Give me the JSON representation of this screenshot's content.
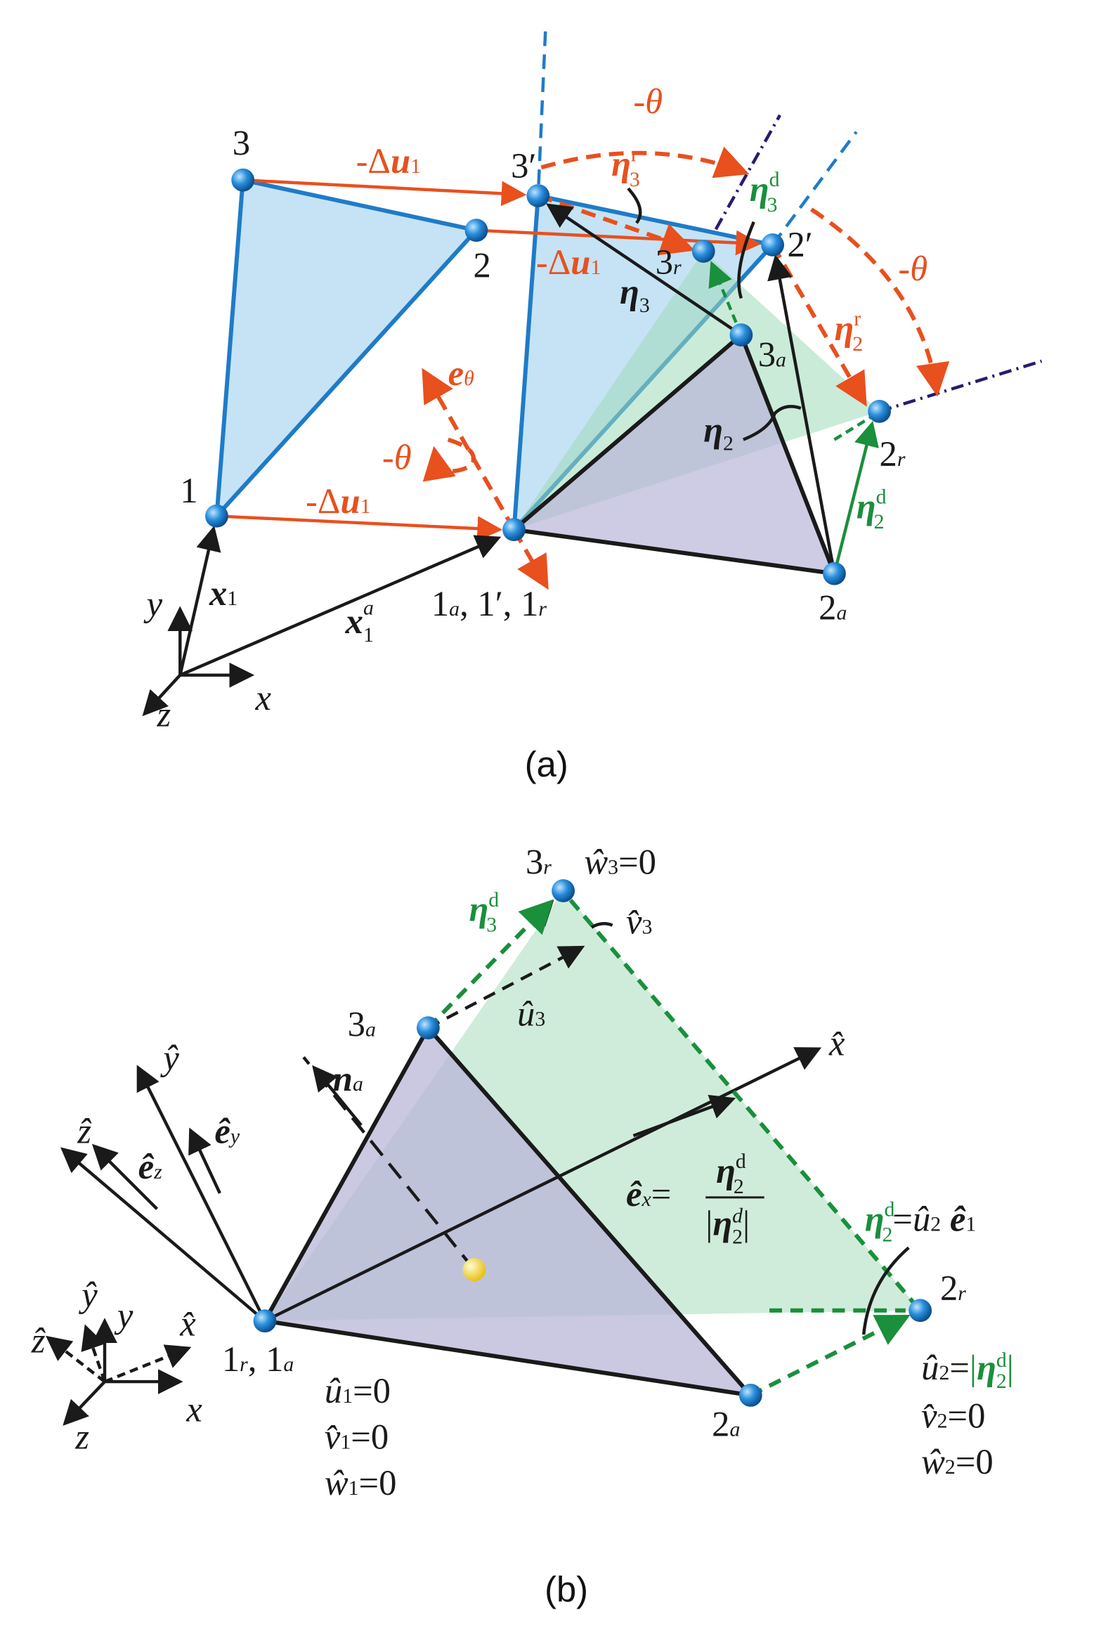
{
  "panel_a": {
    "caption": "(a)",
    "node_3": "3",
    "node_2": "2",
    "node_1": "1",
    "node_3p": "3′",
    "node_2p": "2′",
    "node_1a": "1",
    "node_1a_sub": "a",
    "node_1a_rest": ", 1′, 1",
    "node_1a_sub2": "r",
    "node_3r": "3",
    "node_3r_sub": "r",
    "node_3a": "3",
    "node_3a_sub": "a",
    "node_2r": "2",
    "node_2r_sub": "r",
    "node_2a": "2",
    "node_2a_sub": "a",
    "du": "-Δ",
    "du_u": "u",
    "du_sub": "1",
    "theta": "-θ",
    "e_theta": "e",
    "e_theta_sub": "θ",
    "eta": "η",
    "sup_r": "r",
    "sup_d": "d",
    "sub_2": "2",
    "sub_3": "3",
    "x1": "x",
    "x1_sub": "1",
    "x1a_sup": "a",
    "axis_x": "x",
    "axis_y": "y",
    "axis_z": "z"
  },
  "panel_b": {
    "caption": "(b)",
    "node_3r": "3",
    "node_3r_sub": "r",
    "node_3a": "3",
    "node_3a_sub": "a",
    "node_1": "1",
    "node_1_sub": "r",
    "node_1_rest": ", 1",
    "node_1_sub2": "a",
    "node_2a": "2",
    "node_2a_sub": "a",
    "node_2r": "2",
    "node_2r_sub": "r",
    "w3": "ŵ",
    "w3_sub": "3",
    "eq0": "=0",
    "v3": "v̂",
    "v3_sub": "3",
    "u3": "û",
    "u3_sub": "3",
    "n_a": "n",
    "n_a_sub": "a",
    "xhat": "x̂",
    "yhat": "ŷ",
    "zhat": "ẑ",
    "ez": "ê",
    "ez_sub": "z",
    "ey": "ê",
    "ey_sub": "y",
    "ex": "ê",
    "ex_sub": "x",
    "eta": "η",
    "sup_d": "d",
    "sub_2": "2",
    "sub_3": "3",
    "eq": "=",
    "e1": "ê",
    "e1_sub": "1",
    "u2": "û",
    "u2_sub": "2",
    "abs_l": "|",
    "abs_r": "|",
    "u1": "û",
    "v1": "v̂",
    "w1": "ŵ",
    "sub_1": "1",
    "v2": "v̂",
    "w2": "ŵ",
    "axis_x": "x",
    "axis_y": "y",
    "axis_z": "z"
  },
  "colors": {
    "blue": "#1f7bc8",
    "orange": "#e8501e",
    "green": "#1a8f3c",
    "navy": "#2a1a6e"
  }
}
